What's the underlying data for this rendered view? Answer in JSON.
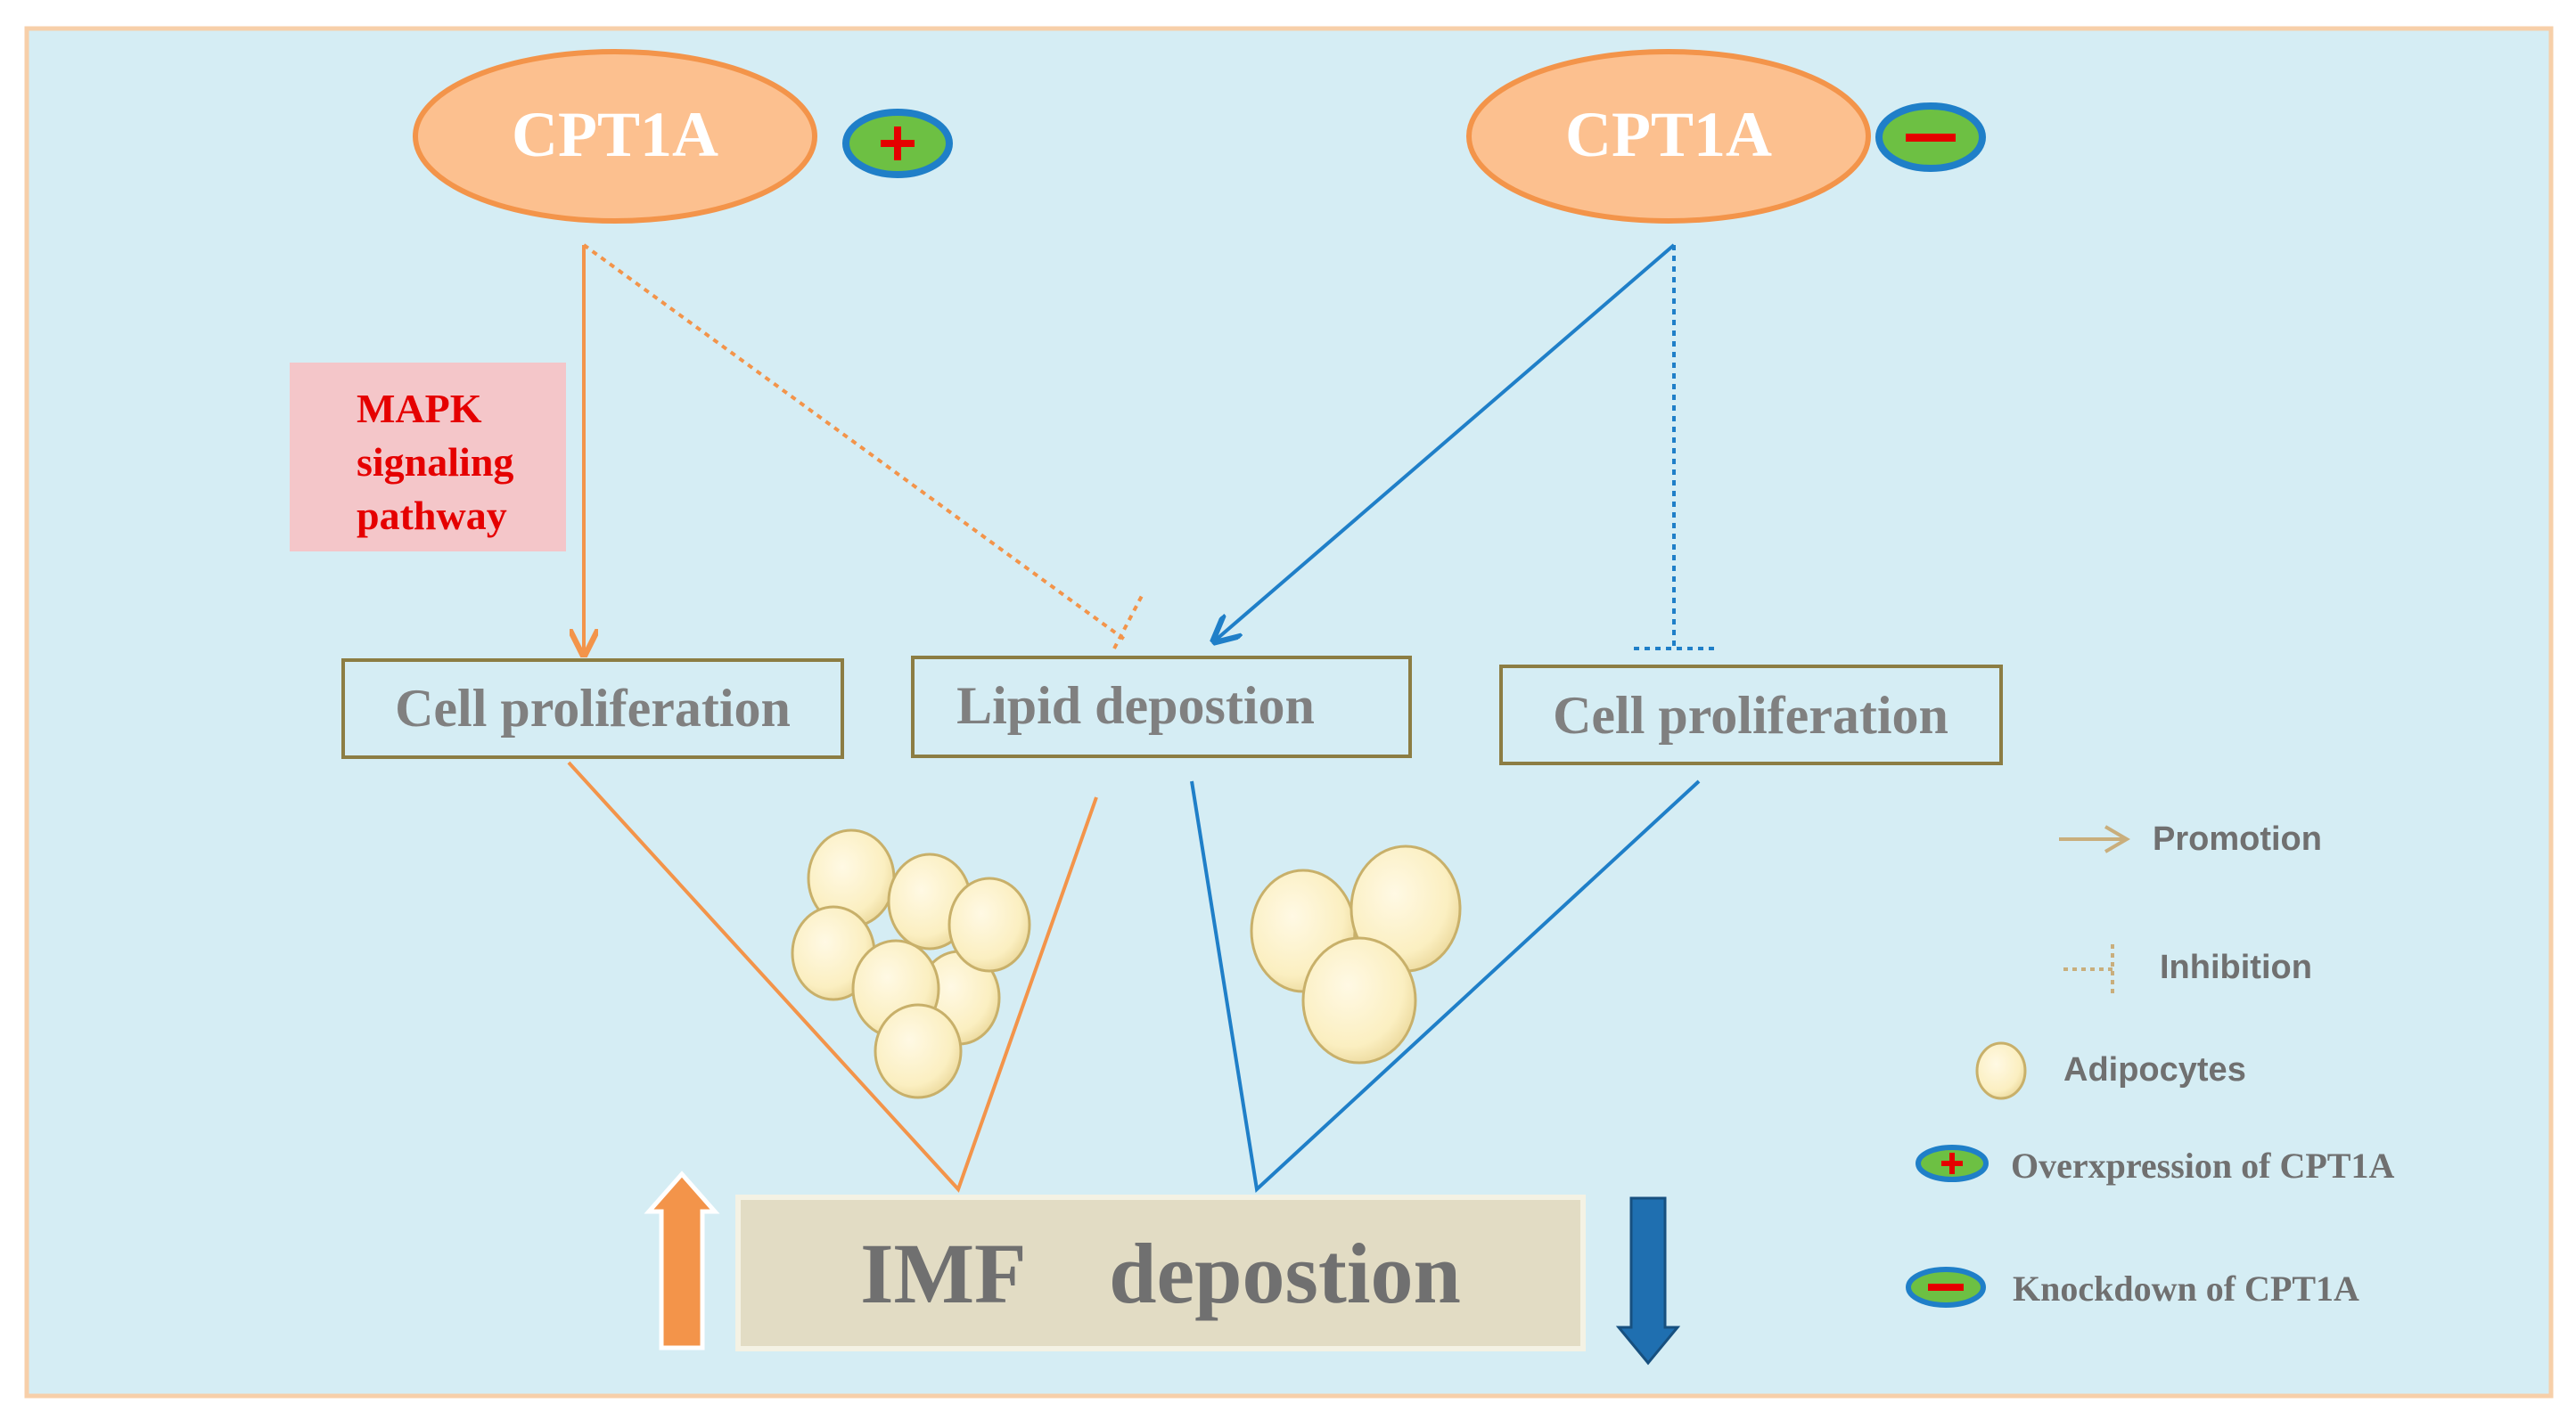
{
  "left": {
    "gene": "CPT1A",
    "pathway": [
      "MAPK",
      "signaling",
      "pathway"
    ],
    "process_a": "Cell proliferation",
    "process_b": "Lipid depostion"
  },
  "right": {
    "gene": "CPT1A",
    "process": "Cell proliferation"
  },
  "outcome": "IMF    depostion",
  "legend": {
    "promotion": "Promotion",
    "inhibition": "Inhibition",
    "adipocytes": "Adipocytes",
    "overexpression": "Overxpression of CPT1A",
    "knockdown": "Knockdown of CPT1A"
  },
  "colors": {
    "background": "#d5edf4",
    "frame": "#f7cfa9",
    "gene_fill": "#fcc08f",
    "gene_stroke": "#f3944a",
    "left_path": "#f3944a",
    "right_path": "#1f7fc8",
    "pathway_box": "#f4c6c9",
    "pathway_text": "#e50000",
    "process_text": "#808080",
    "process_border": "#8c7d43",
    "outcome_box": "#e2dcc4",
    "promotion_arrow": "#c9ae7c",
    "legend_text": "#707070"
  }
}
